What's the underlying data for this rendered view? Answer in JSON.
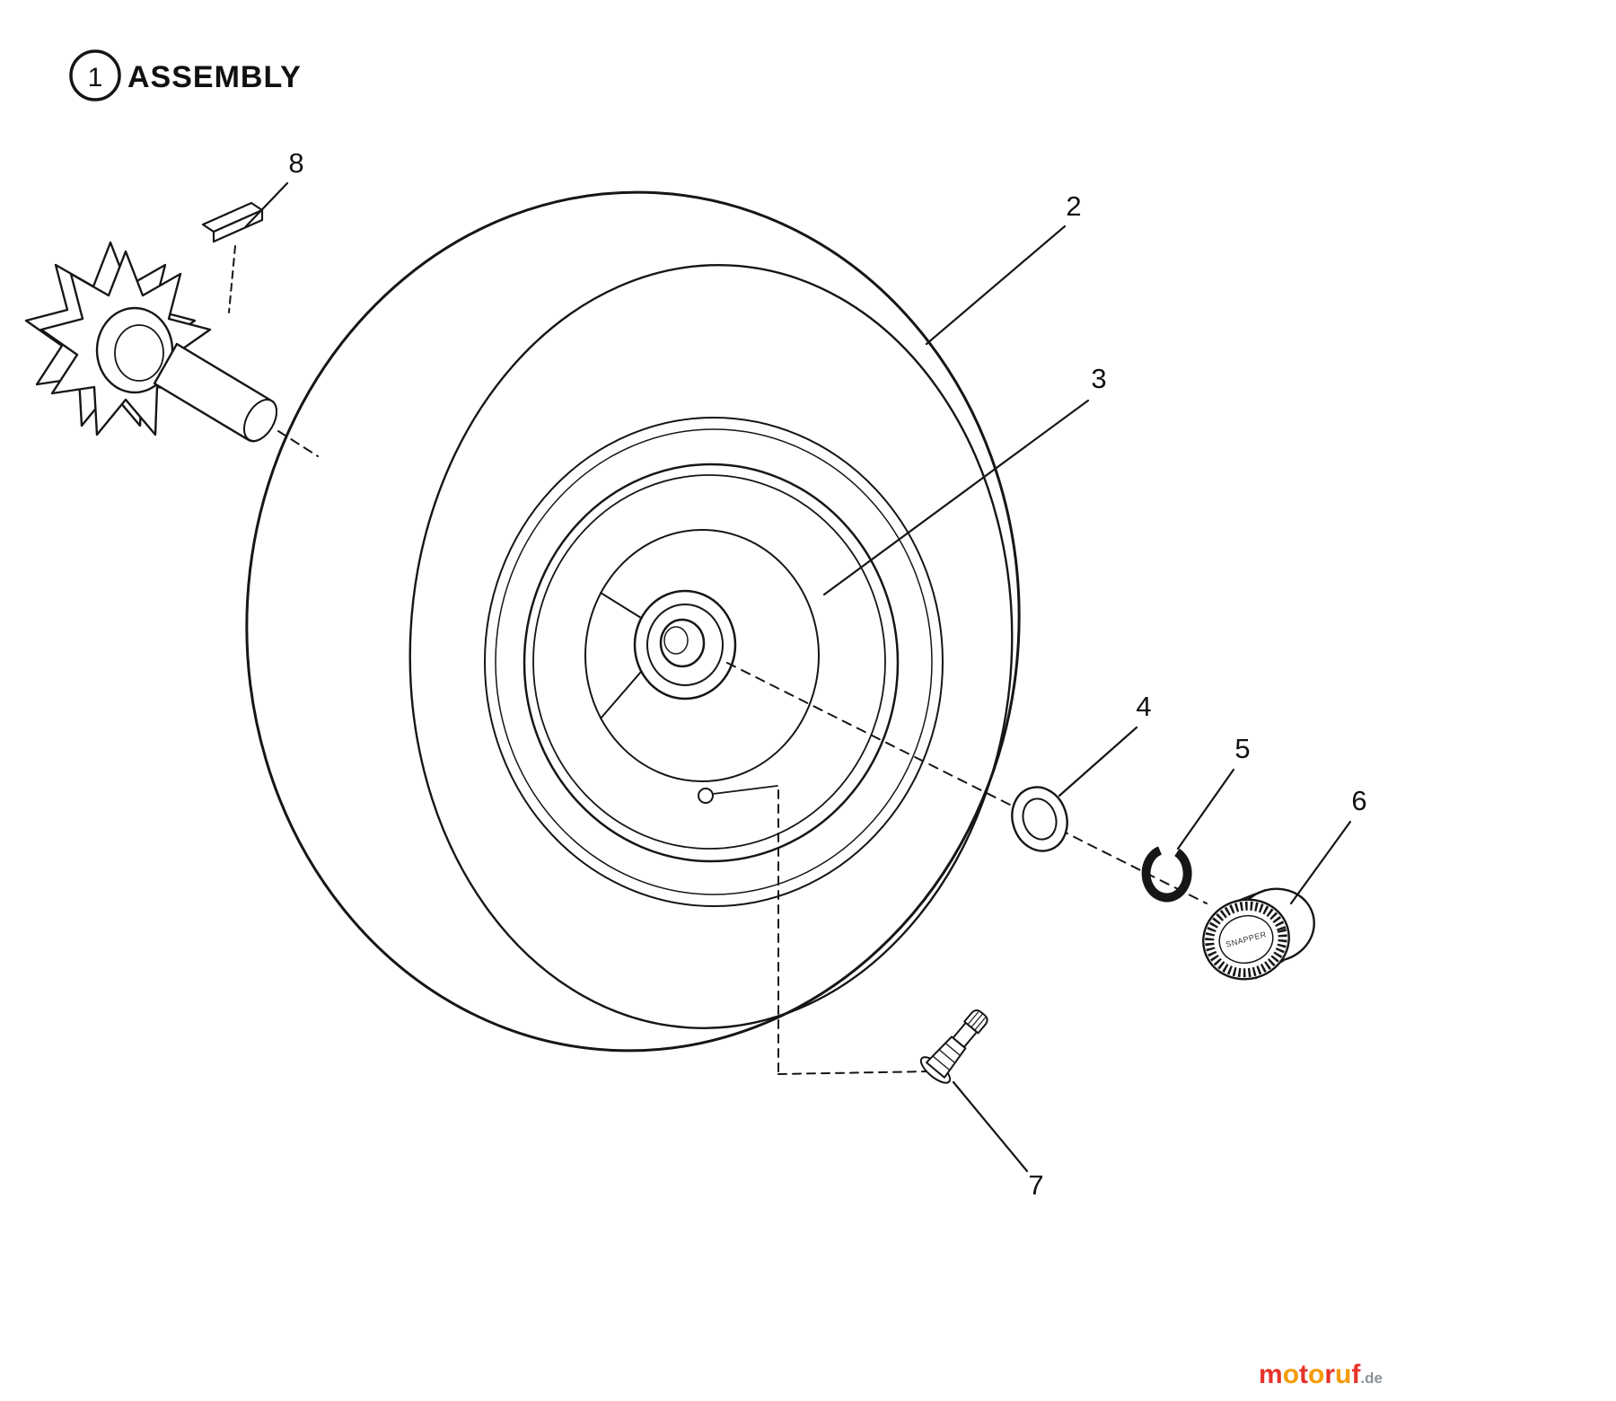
{
  "title": {
    "circle_number": "1",
    "label": "ASSEMBLY"
  },
  "part_labels": {
    "tire": "2",
    "wheel": "3",
    "washer": "4",
    "retaining_ring": "5",
    "hub_cap": "6",
    "valve_stem": "7",
    "key": "8"
  },
  "hub_cap": {
    "brand_text": "SNAPPER"
  },
  "watermark": {
    "letters": [
      {
        "ch": "m",
        "color": "#e63329"
      },
      {
        "ch": "o",
        "color": "#f59b00"
      },
      {
        "ch": "t",
        "color": "#e63329"
      },
      {
        "ch": "o",
        "color": "#f59b00"
      },
      {
        "ch": "r",
        "color": "#e63329"
      },
      {
        "ch": "u",
        "color": "#f59b00"
      },
      {
        "ch": "f",
        "color": "#e63329"
      }
    ],
    "suffix": ".de",
    "suffix_color": "#8a9199"
  },
  "colors": {
    "line": "#161616",
    "background": "#ffffff"
  }
}
